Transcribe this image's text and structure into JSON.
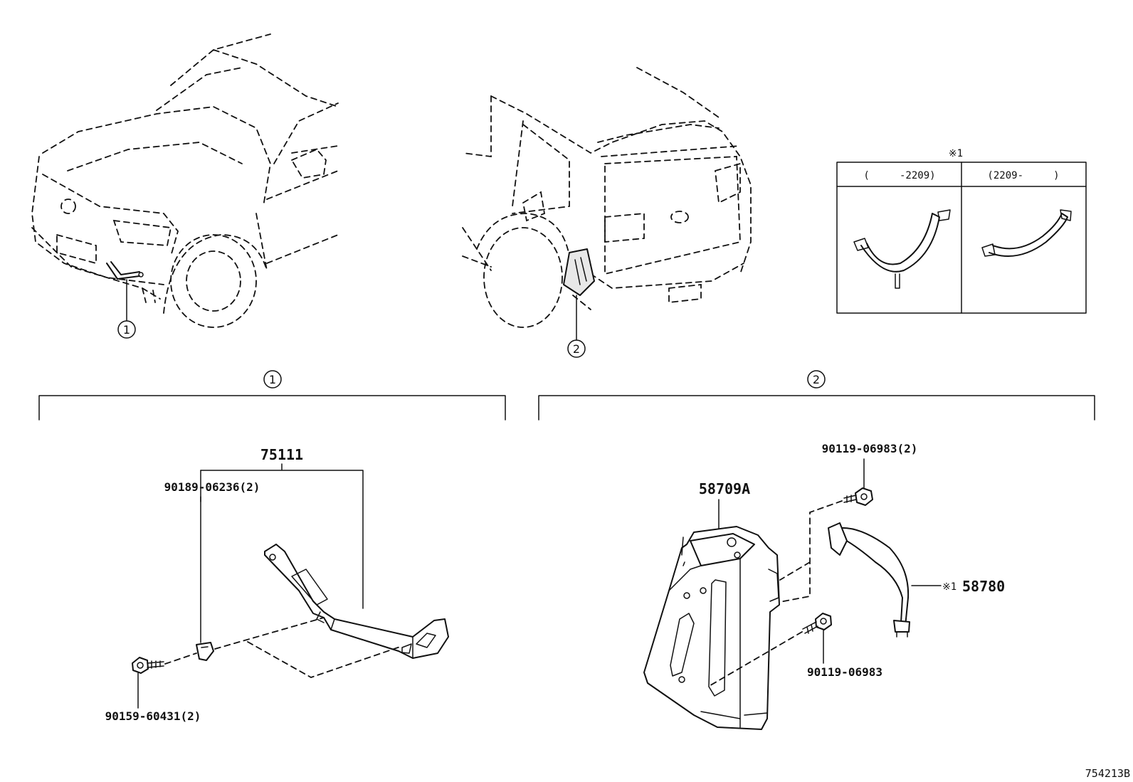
{
  "callouts": {
    "front_marker": "1",
    "rear_marker": "2",
    "section_1": "1",
    "section_2": "2"
  },
  "inset": {
    "note_mark": "※1",
    "col_left": "(     -2209)",
    "col_right": "(2209-     )"
  },
  "parts": {
    "p75111": "75111",
    "p90189": "90189-06236(2)",
    "p90159": "90159-60431(2)",
    "p58709A": "58709A",
    "p90119_top": "90119-06983(2)",
    "p90119_bot": "90119-06983",
    "p58780_mark": "※1",
    "p58780": "58780"
  },
  "figure_ref": "754213B"
}
